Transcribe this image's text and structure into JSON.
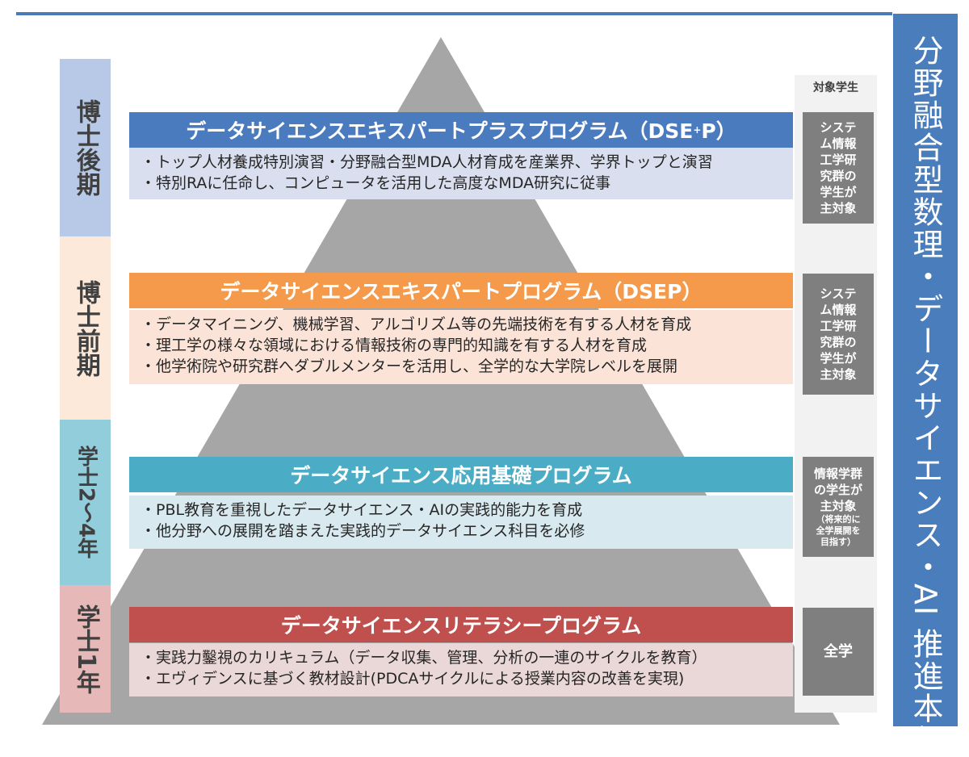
{
  "header": {
    "side_title": "分野融合型数理・データサイエンス・AI 推進本部"
  },
  "stages": [
    {
      "label": "博士後期",
      "color": "#b7c9e6"
    },
    {
      "label": "博士前期",
      "color": "#fde9d9"
    },
    {
      "label": "学士2〜4年",
      "color": "#92cddc"
    },
    {
      "label": "学士1年",
      "color": "#e6b9b8"
    }
  ],
  "programs": [
    {
      "title": "データサイエンスエキスパートプラスプログラム（DSE",
      "title_sup": "+",
      "title_tail": "P）",
      "color": "#4a7bbf",
      "desc_bg": "#d9dfee",
      "items": [
        "・トップ人材養成特別演習・分野融合型MDA人材育成を産業界、学界トップと演習",
        "・特別RAに任命し、コンピュータを活用した高度なMDA研究に従事"
      ]
    },
    {
      "title": "データサイエンスエキスパートプログラム（DSEP）",
      "color": "#f59a4a",
      "desc_bg": "#fbe3d7",
      "items": [
        "・データマイニング、機械学習、アルゴリズム等の先端技術を有する人材を育成",
        "・理工学の様々な領域における情報技術の専門的知識を有する人材を育成",
        "・他学術院や研究群へダブルメンターを活用し、全学的な大学院レベルを展開"
      ]
    },
    {
      "title": "データサイエンス応用基礎プログラム",
      "color": "#4bacc6",
      "desc_bg": "#d8e9ef",
      "items": [
        "・PBL教育を重視したデータサイエンス・AIの実践的能力を育成",
        "・他分野への展開を踏まえた実践的データサイエンス科目を必修"
      ]
    },
    {
      "title": "データサイエンスリテラシープログラム",
      "color": "#c0504d",
      "desc_bg": "#ead7d7",
      "items": [
        "・実践力鑿視のカリキュラム（データ収集、管理、分析の一連のサイクルを教育）",
        "・エヴィデンスに基づく教材設計(PDCAサイクルによる授業内容の改善を実現)"
      ]
    }
  ],
  "targets": {
    "header": "対象学生",
    "boxes": [
      {
        "lines": "システ\nム情報\n工学研\n究群の\n学生が\n主対象"
      },
      {
        "lines": "システ\nム情報\n工学研\n究群の\n学生が\n主対象"
      },
      {
        "lines": "情報学群\nの学生が\n主対象",
        "sub": "（将来的に\n全学展開を\n目指す）"
      },
      {
        "lines": "全学"
      }
    ]
  }
}
